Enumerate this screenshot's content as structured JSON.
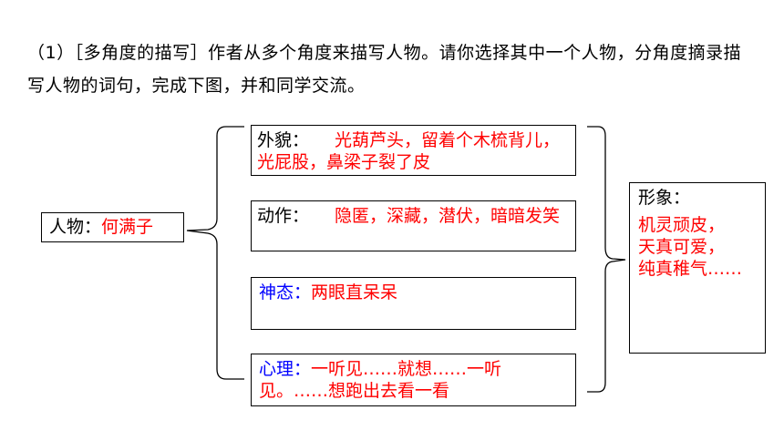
{
  "question": {
    "text": "（1）［多角度的描写］作者从多个角度来描写人物。请你选择其中一个人物，分角度摘录描写人物的词句，完成下图，并和同学交流。"
  },
  "person": {
    "label": "人物：",
    "value": "何满子"
  },
  "categories": [
    {
      "label": "外貌：",
      "value": "光葫芦头，留着个木梳背儿，光屁股，鼻梁子裂了皮"
    },
    {
      "label": "动作：",
      "value": "隐匿，深藏，潜伏，暗暗发笑"
    },
    {
      "label": "神态：",
      "value": "两眼直呆呆"
    },
    {
      "label": "心理：",
      "value": "一听见……就想……一听见。……想跑出去看一看"
    }
  ],
  "image": {
    "label": "形象：",
    "lines": [
      "机灵顽皮，",
      "天真可爱，",
      "纯真稚气……"
    ]
  },
  "colors": {
    "answer": "#ff0000",
    "label_blue": "#0000ff",
    "label_black": "#000000"
  }
}
